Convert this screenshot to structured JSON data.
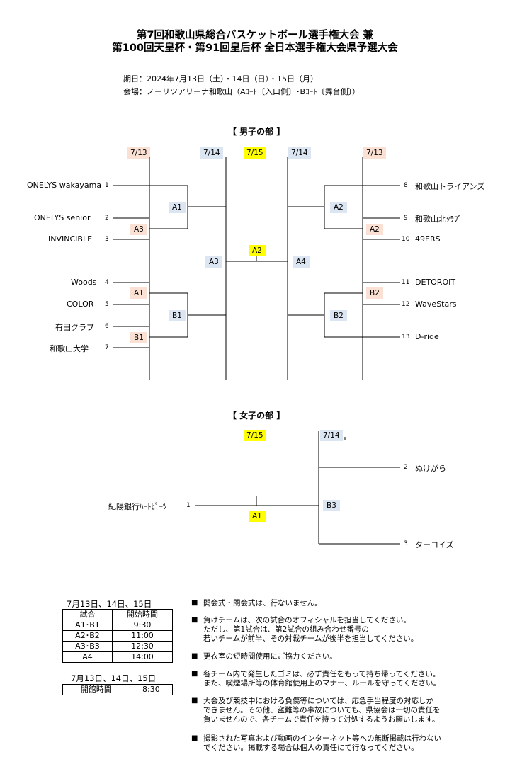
{
  "header": {
    "title_line1": "第7回和歌山県総合バスケットボール選手権大会 兼",
    "title_line2": "第100回天皇杯・第91回皇后杯 全日本選手権大会県予選大会",
    "dates": "期日：2024年7月13日（土）・14日（日）・15日（月）",
    "venue": "会場：ノーリツアリーナ和歌山（Aｺｰﾄ〔入口側〕･Bｺｰﾄ〔舞台側〕）"
  },
  "men": {
    "section_title": "【 男子の部 】",
    "dates": [
      "7/13",
      "7/14",
      "7/15",
      "7/14",
      "7/13"
    ],
    "teams_left": [
      {
        "name": "ONELYS wakayama",
        "seed": "1"
      },
      {
        "name": "ONELYS senior",
        "seed": "2"
      },
      {
        "name": "INVINCIBLE",
        "seed": "3"
      },
      {
        "name": "Woods",
        "seed": "4"
      },
      {
        "name": "COLOR",
        "seed": "5"
      },
      {
        "name": "有田クラブ",
        "seed": "6"
      },
      {
        "name": "和歌山大学",
        "seed": "7"
      }
    ],
    "teams_right": [
      {
        "name": "和歌山トライアンズ",
        "seed": "8"
      },
      {
        "name": "和歌山北ｸﾗﾌﾞ",
        "seed": "9"
      },
      {
        "name": "49ERS",
        "seed": "10"
      },
      {
        "name": "DETOROIT",
        "seed": "11"
      },
      {
        "name": "WaveStars",
        "seed": "12"
      },
      {
        "name": "D-ride",
        "seed": "13"
      }
    ],
    "courts": {
      "l_a3": "A3",
      "l_a1_top": "A1",
      "l_a1": "A1",
      "l_b1_bot": "B1",
      "l_b1": "B1",
      "l_a3_semi": "A3",
      "final": "A2",
      "r_a2_top": "A2",
      "r_a2": "A2",
      "r_b2": "B2",
      "r_b2_bot": "B2",
      "r_a4": "A4"
    }
  },
  "women": {
    "section_title": "【 女子の部 】",
    "dates": [
      "7/15",
      "7/14"
    ],
    "teams": [
      {
        "name": "紀陽銀行ﾊｰﾄﾋﾟｰﾂ",
        "seed": "1"
      },
      {
        "name": "ぬけがら",
        "seed": "2"
      },
      {
        "name": "ターコイズ",
        "seed": "3"
      }
    ],
    "courts": {
      "final": "A1",
      "semi": "B3"
    }
  },
  "schedule": {
    "caption": "7月13日、14日、15日",
    "headers": [
      "試合",
      "開始時間"
    ],
    "rows": [
      [
        "A1･B1",
        "9:30"
      ],
      [
        "A2･B2",
        "11:00"
      ],
      [
        "A3･B3",
        "12:30"
      ],
      [
        "A4",
        "14:00"
      ]
    ],
    "open_caption": "7月13日、14日、15日",
    "open_label": "開館時間",
    "open_time": "8:30"
  },
  "notes": {
    "bullet": "■",
    "items": [
      [
        "開会式・閉会式は、行ないません。"
      ],
      [
        "負けチームは、次の試合のオフィシャルを担当してください。",
        "ただし、第1試合は、第2試合の組み合わせ番号の",
        "若いチームが前半、その対戦チームが後半を担当してください。"
      ],
      [
        "更衣室の短時間使用にご協力ください。"
      ],
      [
        "各チーム内で発生したゴミは、必ず責任をもって持ち帰ってください。",
        "また、喫煙場所等の体育館使用上のマナー、ルールを守ってください。"
      ],
      [
        "大会及び競技中における負傷等については、応急手当程度の対応しか",
        "できません。その他、盗難等の事故についても、県協会は一切の責任を",
        "負いませんので、各チームで責任を持って対処するようお願いします。"
      ],
      [
        "撮影された写真および動画のインターネット等への無断掲載は行わない",
        "でください。掲載する場合は個人の責任にて行なってください。"
      ]
    ]
  }
}
